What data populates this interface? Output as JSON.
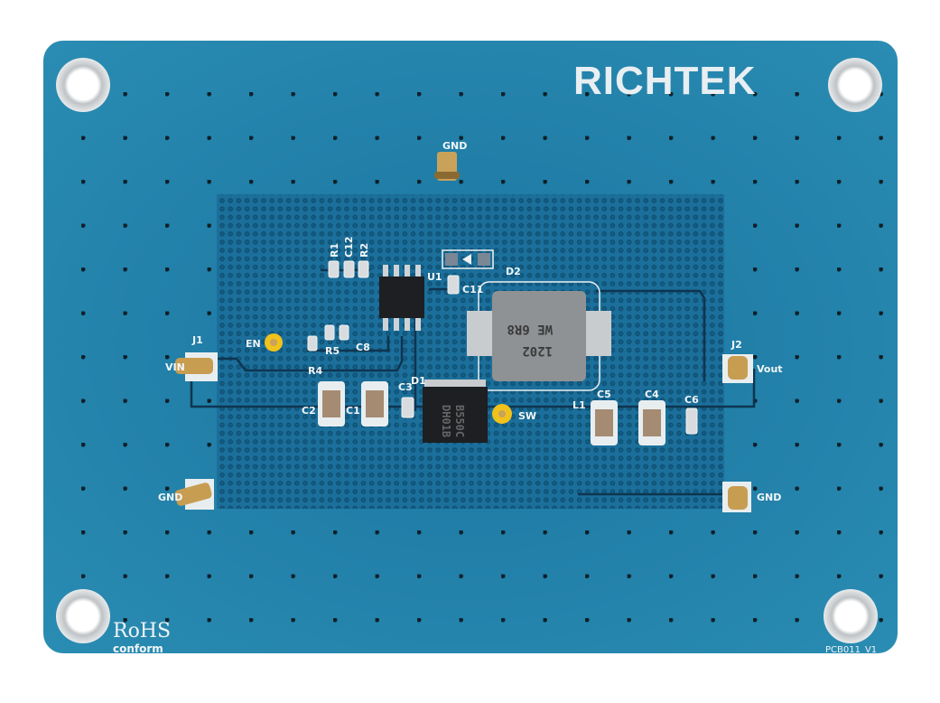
{
  "board": {
    "brand": "RICHTEK",
    "revision": "PCB011_V1",
    "rohs": "RoHS",
    "rohs_sub": "conform",
    "colors": {
      "pcb": "#1c7aa6",
      "pcb_edge": "#2a8cb2",
      "silk": "#f2f6f8",
      "pad": "#c9ccce",
      "trace": "#0f3550",
      "test_point": "#f1c21b"
    },
    "connectors": {
      "gnd_top": "GND",
      "j1": "J1",
      "vin": "VIN",
      "j2": "J2",
      "vout": "Vout",
      "gnd_left": "GND",
      "gnd_right": "GND"
    },
    "test_points": {
      "en": "EN",
      "sw": "SW"
    },
    "components": {
      "r1": "R1",
      "c12": "C12",
      "r2": "R2",
      "u1": "U1",
      "d2": "D2",
      "c11": "C11",
      "r5": "R5",
      "c8": "C8",
      "r4": "R4",
      "c2": "C2",
      "c1": "C1",
      "c3": "C3",
      "d1": "D1",
      "l1": "L1",
      "c5": "C5",
      "c4": "C4",
      "c6": "C6"
    },
    "markings": {
      "inductor_line1": "WE 6R8",
      "inductor_line2": "1202",
      "diode_line1": "B550C",
      "diode_line2": "DH01B"
    }
  }
}
